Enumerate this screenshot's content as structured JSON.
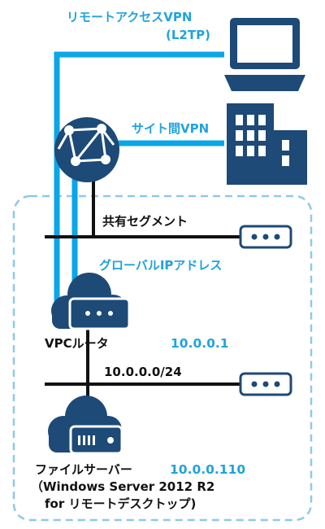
{
  "labels": {
    "remote_vpn": "リモートアクセスVPN",
    "remote_vpn_proto": "(L2TP)",
    "site_vpn": "サイト間VPN",
    "shared_segment": "共有セグメント",
    "global_ip": "グローバルIPアドレス",
    "vpc_router": "VPCルータ",
    "vpc_router_ip": "10.0.0.1",
    "subnet": "10.0.0.0/24",
    "file_server": "ファイルサーバー",
    "file_server_ip": "10.0.0.110",
    "file_server_os": "（Windows Server 2012 R2",
    "file_server_purpose": "for リモートデスクトップ)"
  },
  "icons": {
    "laptop": "laptop-icon",
    "building": "building-icon",
    "globe": "globe-network-icon",
    "switch": "switch-icon",
    "router": "cloud-router-icon",
    "server": "cloud-server-icon"
  },
  "colors": {
    "vpn_line": "#0aa6e8",
    "icon_navy": "#1d4a77",
    "dashed_border": "#8ec9e8",
    "label_blue": "#21a3dd",
    "segment_line": "#111111"
  }
}
